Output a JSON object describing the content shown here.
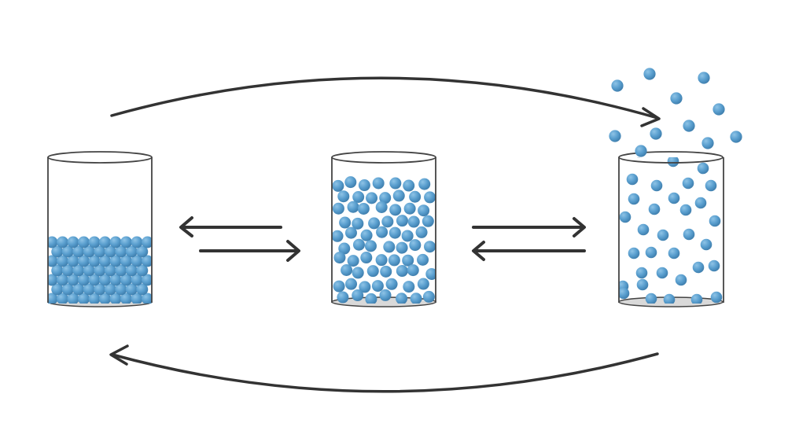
{
  "diagram": {
    "subject": "phase-transitions",
    "states": [
      {
        "id": "solid",
        "particles": "packed"
      },
      {
        "id": "liquid",
        "particles": "loose"
      },
      {
        "id": "gas",
        "particles": "spread-and-escaping"
      }
    ],
    "transitions": [
      {
        "from": "solid",
        "to": "gas",
        "arrow": "top-arc"
      },
      {
        "from": "gas",
        "to": "solid",
        "arrow": "bottom-arc"
      },
      {
        "from": "solid",
        "to": "liquid",
        "arrow": "lower-right"
      },
      {
        "from": "liquid",
        "to": "solid",
        "arrow": "upper-left"
      },
      {
        "from": "liquid",
        "to": "gas",
        "arrow": "upper-right"
      },
      {
        "from": "gas",
        "to": "liquid",
        "arrow": "lower-left"
      }
    ]
  },
  "colors": {
    "particle": "#5a9fcf",
    "particle_highlight": "#8ec3e6",
    "particle_shade": "#3f7fae",
    "outline": "#444444",
    "arrow": "#333333",
    "container_base": "#d9d9d9"
  }
}
